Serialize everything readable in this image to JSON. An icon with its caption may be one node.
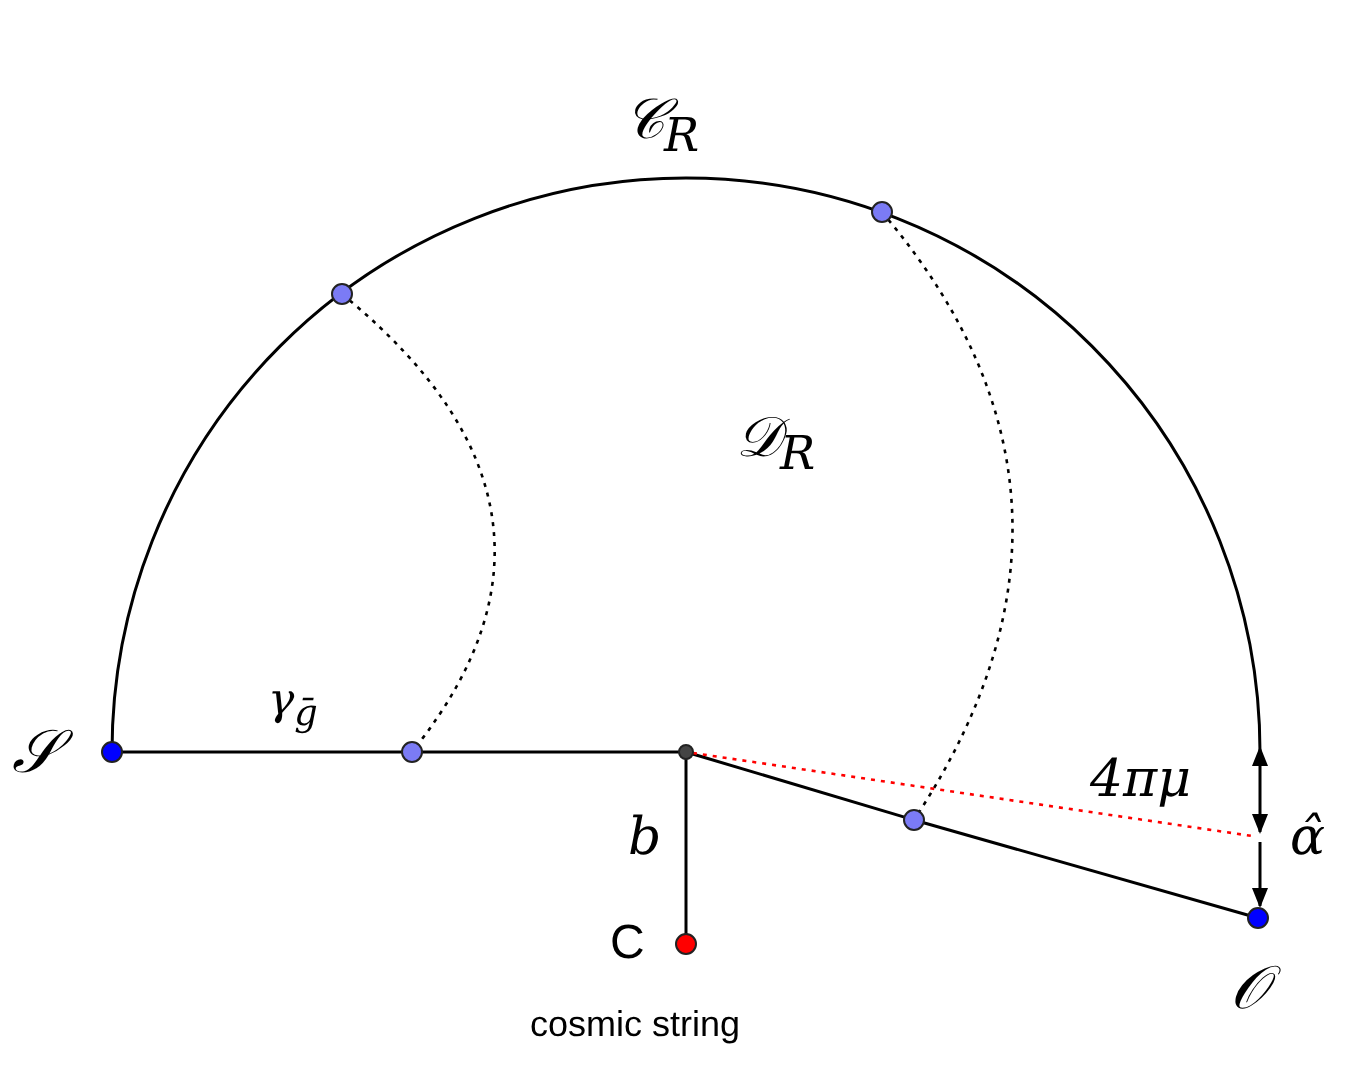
{
  "diagram": {
    "nodes": [
      {
        "text": [
          "𝒮"
        ]
      },
      {
        "text": [],
        "shape": "circle"
      },
      {
        "text": [
          "C"
        ],
        "beside": [
          "cosmic string"
        ]
      },
      {
        "text": [
          "𝒪"
        ]
      },
      {
        "text": [],
        "shape": "circle"
      },
      {
        "text": [],
        "shape": "circle"
      },
      {
        "text": [],
        "shape": "circle"
      },
      {
        "text": [],
        "shape": "circle"
      }
    ],
    "edges": [
      {
        "from": 0,
        "to": 5,
        "arrow": "none"
      },
      {
        "from": 5,
        "to": 1,
        "arrow": "none"
      },
      {
        "from": 1,
        "to": 7,
        "arrow": "none"
      },
      {
        "from": 7,
        "to": 3,
        "arrow": "none"
      },
      {
        "from": 1,
        "to": 2,
        "arrow": "none",
        "label": "b"
      },
      {
        "from": 4,
        "to": 5,
        "arrow": "none",
        "style": "dashed"
      },
      {
        "from": 6,
        "to": 7,
        "arrow": "none",
        "style": "dashed"
      },
      {
        "from": 1,
        "to": null,
        "arrow": "none",
        "style": "dashed",
        "color": "#ff0000"
      }
    ],
    "labels": [
      "𝒞$_{R}$",
      "𝒟$_{R}$",
      "γ$_{ḡ}$",
      "4πμ",
      "α̂"
    ]
  }
}
